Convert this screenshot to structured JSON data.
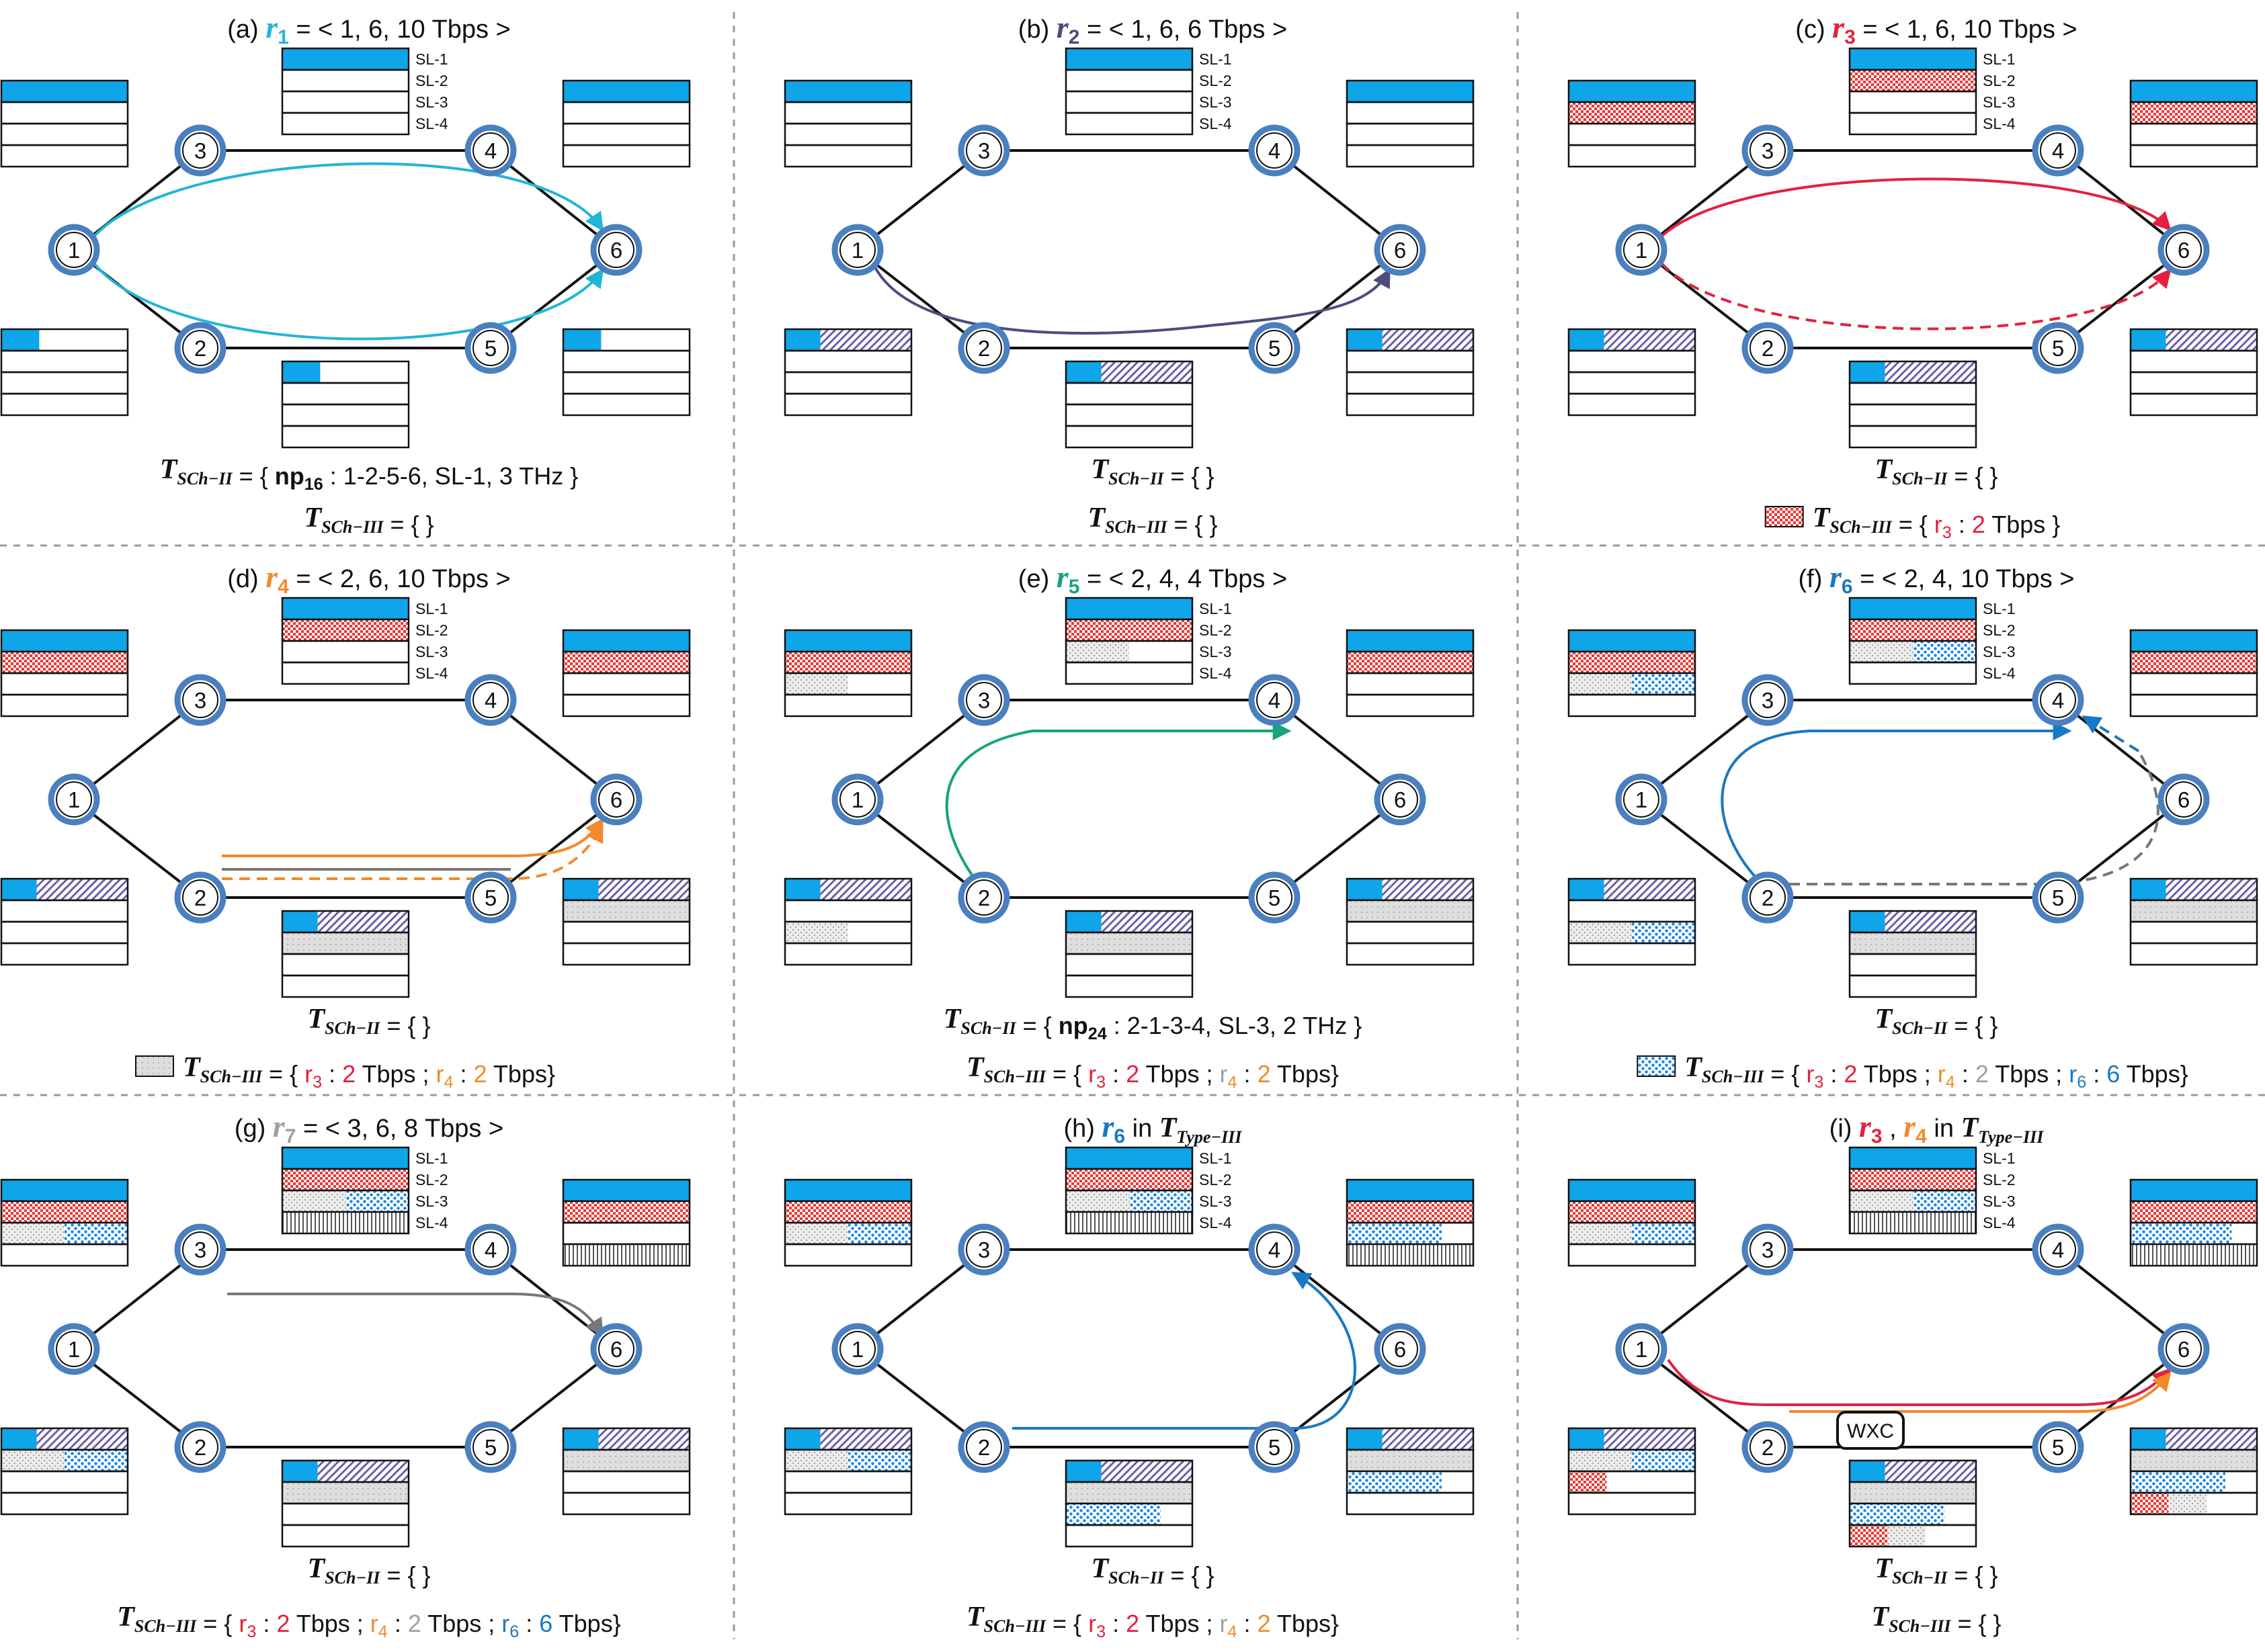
{
  "link_labels": [
    "SL-1",
    "SL-2",
    "SL-3",
    "SL-4"
  ],
  "colors": {
    "sl1": "#0ea5e9",
    "sl2": "#e53935",
    "sl3": "#1e88e5",
    "node_ring": "#4a7fc0",
    "r1": "#21b6d6",
    "r2": "#504a7e",
    "r3": "#e3213f",
    "r4": "#f28a2b",
    "r5": "#16a37e",
    "r6": "#1a78c2",
    "r7": "#a0a0a0",
    "grey_line": "#777777"
  },
  "patterns": [
    "solid",
    "checker",
    "hatch",
    "dots",
    "bluedots",
    "vbars"
  ],
  "panels": [
    {
      "label": "(a)",
      "title": {
        "req": "r",
        "sub": "1",
        "color": "r1",
        "text": "= < 1, 6, 10 Tbps >"
      },
      "captions": [
        {
          "lead": "",
          "math": "T",
          "msub": "SCh−II",
          "body": [
            {
              "t": " = { "
            },
            {
              "t": "np",
              "b": true
            },
            {
              "t": "16",
              "sub": true,
              "b": true
            },
            {
              "t": " : 1-2-5-6, SL-1, 3 THz }"
            }
          ]
        },
        {
          "lead": "",
          "math": "T",
          "msub": "SCh−III",
          "body": [
            {
              "t": " = { }"
            }
          ]
        }
      ]
    },
    {
      "label": "(b)",
      "title": {
        "req": "r",
        "sub": "2",
        "color": "r2",
        "text": "= < 1, 6, 6 Tbps >"
      },
      "captions": [
        {
          "lead": "",
          "math": "T",
          "msub": "SCh−II",
          "body": [
            {
              "t": " = { }"
            }
          ]
        },
        {
          "lead": "",
          "math": "T",
          "msub": "SCh−III",
          "body": [
            {
              "t": " = { }"
            }
          ]
        }
      ]
    },
    {
      "label": "(c)",
      "title": {
        "req": "r",
        "sub": "3",
        "color": "r3",
        "text": "= < 1, 6, 10 Tbps >"
      },
      "captions": [
        {
          "lead": "",
          "math": "T",
          "msub": "SCh−II",
          "body": [
            {
              "t": " = { }"
            }
          ]
        },
        {
          "lead": "checker",
          "math": "T",
          "msub": "SCh−III",
          "body": [
            {
              "t": " = { "
            },
            {
              "t": "r",
              "c": "r3"
            },
            {
              "t": "3",
              "sub": true,
              "c": "r3"
            },
            {
              "t": " : "
            },
            {
              "t": "2",
              "c": "r3"
            },
            {
              "t": " Tbps }"
            }
          ]
        }
      ]
    },
    {
      "label": "(d)",
      "title": {
        "req": "r",
        "sub": "4",
        "color": "r4",
        "text": "= < 2, 6, 10 Tbps >"
      },
      "captions": [
        {
          "lead": "",
          "math": "T",
          "msub": "SCh−II",
          "body": [
            {
              "t": " = { }"
            }
          ]
        },
        {
          "lead": "grey",
          "math": "T",
          "msub": "SCh−III",
          "body": [
            {
              "t": " = { "
            },
            {
              "t": "r",
              "c": "r3"
            },
            {
              "t": "3",
              "sub": true,
              "c": "r3"
            },
            {
              "t": " : "
            },
            {
              "t": "2",
              "c": "r3"
            },
            {
              "t": " Tbps ; "
            },
            {
              "t": "r",
              "c": "r4"
            },
            {
              "t": "4",
              "sub": true,
              "c": "r4"
            },
            {
              "t": " : "
            },
            {
              "t": "2",
              "c": "r4"
            },
            {
              "t": " Tbps}"
            }
          ]
        }
      ]
    },
    {
      "label": "(e)",
      "title": {
        "req": "r",
        "sub": "5",
        "color": "r5",
        "text": "= < 2, 4, 4 Tbps >"
      },
      "captions": [
        {
          "lead": "",
          "math": "T",
          "msub": "SCh−II",
          "body": [
            {
              "t": " = { "
            },
            {
              "t": "np",
              "b": true
            },
            {
              "t": "24",
              "sub": true,
              "b": true
            },
            {
              "t": " : 2-1-3-4, SL-3, 2 THz }"
            }
          ]
        },
        {
          "lead": "",
          "math": "T",
          "msub": "SCh−III",
          "body": [
            {
              "t": " = { "
            },
            {
              "t": "r",
              "c": "r3"
            },
            {
              "t": "3",
              "sub": true,
              "c": "r3"
            },
            {
              "t": " : "
            },
            {
              "t": "2",
              "c": "r3"
            },
            {
              "t": " Tbps ; "
            },
            {
              "t": "r",
              "c": "r7"
            },
            {
              "t": "4",
              "sub": true,
              "c": "r4"
            },
            {
              "t": " : "
            },
            {
              "t": "2",
              "c": "r4"
            },
            {
              "t": " Tbps}"
            }
          ]
        }
      ]
    },
    {
      "label": "(f)",
      "title": {
        "req": "r",
        "sub": "6",
        "color": "r6",
        "text": "= < 2, 4, 10 Tbps >"
      },
      "captions": [
        {
          "lead": "",
          "math": "T",
          "msub": "SCh−II",
          "body": [
            {
              "t": " = { }"
            }
          ]
        },
        {
          "lead": "bluedots",
          "math": "T",
          "msub": "SCh−III",
          "body": [
            {
              "t": " = { "
            },
            {
              "t": "r",
              "c": "r3"
            },
            {
              "t": "3",
              "sub": true,
              "c": "r3"
            },
            {
              "t": " : "
            },
            {
              "t": "2",
              "c": "r3"
            },
            {
              "t": " Tbps ; "
            },
            {
              "t": "r",
              "c": "r4"
            },
            {
              "t": "4",
              "sub": true,
              "c": "r4"
            },
            {
              "t": " : "
            },
            {
              "t": "2",
              "c": "r7"
            },
            {
              "t": " Tbps ; "
            },
            {
              "t": "r",
              "c": "r6"
            },
            {
              "t": "6",
              "sub": true,
              "c": "r6"
            },
            {
              "t": " : "
            },
            {
              "t": "6",
              "c": "r6"
            },
            {
              "t": " Tbps}"
            }
          ]
        }
      ]
    },
    {
      "label": "(g)",
      "title": {
        "req": "r",
        "sub": "7",
        "color": "r7",
        "text": "= < 3, 6, 8 Tbps >"
      },
      "captions": [
        {
          "lead": "",
          "math": "T",
          "msub": "SCh−II",
          "body": [
            {
              "t": " = { }"
            }
          ]
        },
        {
          "lead": "",
          "math": "T",
          "msub": "SCh−III",
          "body": [
            {
              "t": " = { "
            },
            {
              "t": "r",
              "c": "r3"
            },
            {
              "t": "3",
              "sub": true,
              "c": "r3"
            },
            {
              "t": " : "
            },
            {
              "t": "2",
              "c": "r3"
            },
            {
              "t": " Tbps ; "
            },
            {
              "t": "r",
              "c": "r4"
            },
            {
              "t": "4",
              "sub": true,
              "c": "r4"
            },
            {
              "t": " : "
            },
            {
              "t": "2",
              "c": "r7"
            },
            {
              "t": " Tbps ; "
            },
            {
              "t": "r",
              "c": "r6"
            },
            {
              "t": "6",
              "sub": true,
              "c": "r6"
            },
            {
              "t": " : "
            },
            {
              "t": "6",
              "c": "r6"
            },
            {
              "t": " Tbps}"
            }
          ]
        }
      ]
    },
    {
      "label": "(h)",
      "title": {
        "req": "r",
        "sub": "6",
        "color": "r6",
        "text": " in ",
        "math": "T",
        "msub": "Type−III"
      },
      "captions": [
        {
          "lead": "",
          "math": "T",
          "msub": "SCh−II",
          "body": [
            {
              "t": " = { }"
            }
          ]
        },
        {
          "lead": "",
          "math": "T",
          "msub": "SCh−III",
          "body": [
            {
              "t": " = { "
            },
            {
              "t": "r",
              "c": "r3"
            },
            {
              "t": "3",
              "sub": true,
              "c": "r3"
            },
            {
              "t": " : "
            },
            {
              "t": "2",
              "c": "r3"
            },
            {
              "t": " Tbps ; "
            },
            {
              "t": "r",
              "c": "r7"
            },
            {
              "t": "4",
              "sub": true,
              "c": "r4"
            },
            {
              "t": " : "
            },
            {
              "t": "2",
              "c": "r4"
            },
            {
              "t": " Tbps}"
            }
          ]
        }
      ]
    },
    {
      "label": "(i)",
      "title": {
        "req": "r",
        "sub": "3",
        "color": "r3",
        "text": " , ",
        "req2": "r",
        "sub2": "4",
        "color2": "r4",
        "text2": " in ",
        "math": "T",
        "msub": "Type−III"
      },
      "wxc": "WXC",
      "captions": [
        {
          "lead": "",
          "math": "T",
          "msub": "SCh−II",
          "body": [
            {
              "t": " = { }"
            }
          ]
        },
        {
          "lead": "",
          "math": "T",
          "msub": "SCh−III",
          "body": [
            {
              "t": " = { }"
            }
          ]
        }
      ]
    }
  ]
}
